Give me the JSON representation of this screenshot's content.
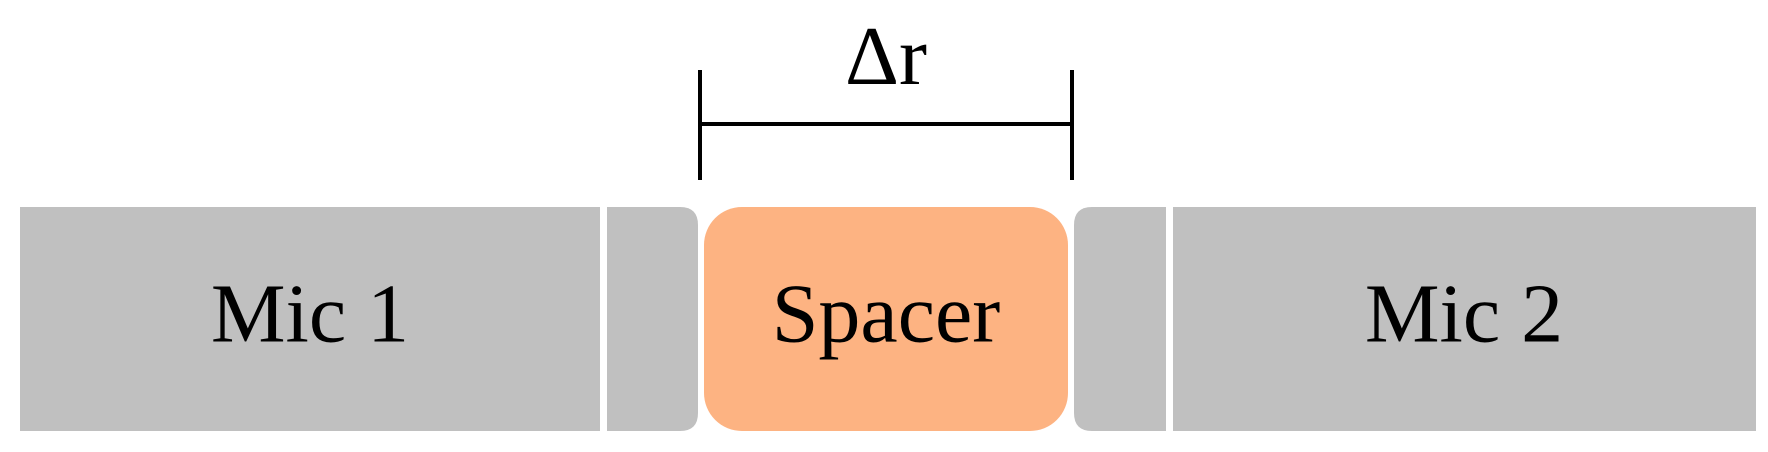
{
  "colors": {
    "mic": "#c0c0c0",
    "spacer": "#fdb382",
    "line": "#000000",
    "background": "#ffffff"
  },
  "blocks": {
    "mic1": {
      "label": "Mic 1"
    },
    "spacer": {
      "label": "Spacer"
    },
    "mic2": {
      "label": "Mic 2"
    }
  },
  "dimension": {
    "label": "Δr"
  }
}
